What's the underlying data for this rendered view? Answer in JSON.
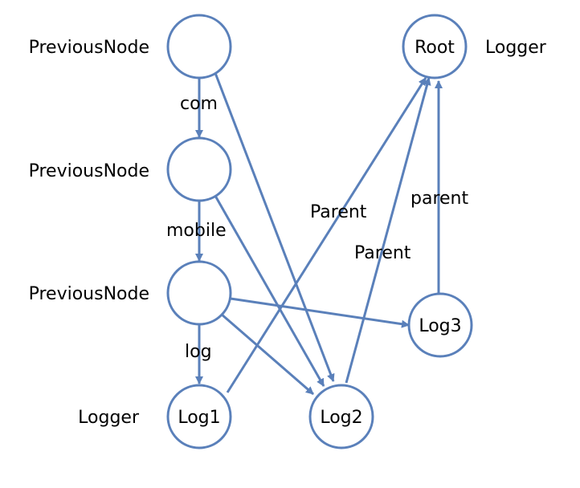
{
  "colors": {
    "stroke": "#5A80BA",
    "node_fill": "#FFFFFF",
    "text": "#000000"
  },
  "nodes": {
    "prev1": {
      "label": ""
    },
    "prev2": {
      "label": ""
    },
    "prev3": {
      "label": ""
    },
    "log1": {
      "label": "Log1"
    },
    "log2": {
      "label": "Log2"
    },
    "log3": {
      "label": "Log3"
    },
    "root": {
      "label": "Root"
    }
  },
  "side_labels": {
    "prev1": "PreviousNode",
    "prev2": "PreviousNode",
    "prev3": "PreviousNode",
    "log1": "Logger",
    "root": "Logger"
  },
  "edge_labels": {
    "com": "com",
    "mobile": "mobile",
    "log": "log",
    "parent_log1": "Parent",
    "parent_log2": "Parent",
    "parent_log3": "parent"
  }
}
